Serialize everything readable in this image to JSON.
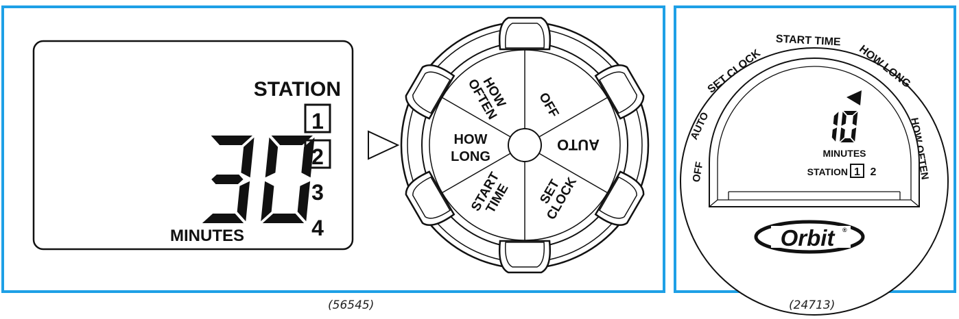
{
  "left_model": {
    "caption": "(56545)",
    "lcd": {
      "station_label": "STATION",
      "stations": [
        "1",
        "2",
        "3",
        "4"
      ],
      "boxed_stations": [
        "1",
        "2"
      ],
      "digits": "30",
      "units": "MINUTES"
    },
    "dial": {
      "segments": [
        "HOW OFTEN",
        "OFF",
        "AUTO",
        "SET CLOCK",
        "START TIME",
        "HOW LONG"
      ],
      "indicator_icon": "triangle-pointer-icon"
    }
  },
  "right_model": {
    "caption": "(24713)",
    "ring_labels": [
      "OFF",
      "AUTO",
      "SET CLOCK",
      "START TIME",
      "HOW LONG",
      "HOW OFTEN"
    ],
    "lcd": {
      "digits": "10",
      "units": "MINUTES",
      "station_label": "STATION",
      "stations": [
        "1",
        "2"
      ],
      "boxed_stations": [
        "1"
      ],
      "pointer_icon": "triangle-pointer-icon"
    },
    "brand": "Orbit",
    "brand_mark": "®"
  },
  "colors": {
    "frame_border": "#1ea0e6",
    "ink": "#111111",
    "background": "#ffffff"
  }
}
